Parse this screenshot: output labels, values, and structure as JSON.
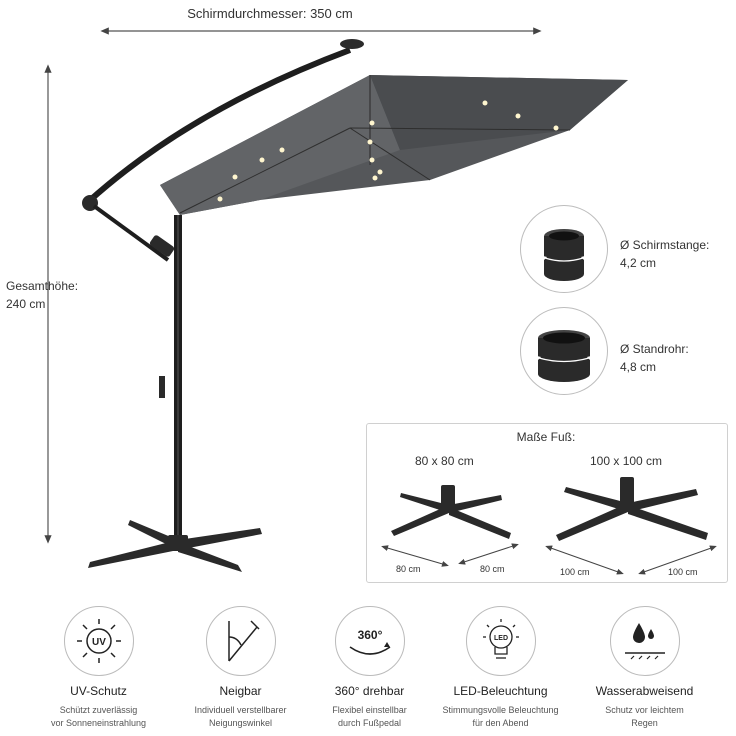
{
  "dimensions": {
    "diameter": "Schirmdurchmesser: 350 cm",
    "height_label": "Gesamthöhe:",
    "height_value": "240 cm"
  },
  "details": {
    "pole": {
      "label": "Ø Schirmstange:",
      "value": "4,2 cm",
      "icon": "pole-cross-section-icon"
    },
    "stand": {
      "label": "Ø Standrohr:",
      "value": "4,8 cm",
      "icon": "stand-tube-cross-section-icon"
    }
  },
  "base": {
    "title": "Maße Fuß:",
    "small": {
      "size": "80 x 80 cm",
      "dim_left": "80 cm",
      "dim_right": "80 cm"
    },
    "large": {
      "size": "100 x 100 cm",
      "dim_left": "100 cm",
      "dim_right": "100 cm"
    }
  },
  "features": [
    {
      "icon": "uv-sun-icon",
      "icon_text": "UV",
      "title": "UV-Schutz",
      "desc1": "Schützt zuverlässig",
      "desc2": "vor Sonneneinstrahlung"
    },
    {
      "icon": "tilt-icon",
      "icon_text": "",
      "title": "Neigbar",
      "desc1": "Individuell verstellbarer",
      "desc2": "Neigungswinkel"
    },
    {
      "icon": "rotate-360-icon",
      "icon_text": "360°",
      "title": "360° drehbar",
      "desc1": "Flexibel einstellbar",
      "desc2": "durch Fußpedal"
    },
    {
      "icon": "led-bulb-icon",
      "icon_text": "LED",
      "title": "LED-Beleuchtung",
      "desc1": "Stimmungsvolle Beleuchtung",
      "desc2": "für den Abend"
    },
    {
      "icon": "water-drop-icon",
      "icon_text": "",
      "title": "Wasserabweisend",
      "desc1": "Schutz vor leichtem",
      "desc2": "Regen"
    }
  ],
  "colors": {
    "canopy": "#555759",
    "frame": "#1e1e1e",
    "led": "#fff6cf",
    "base": "#2a2a2a"
  }
}
